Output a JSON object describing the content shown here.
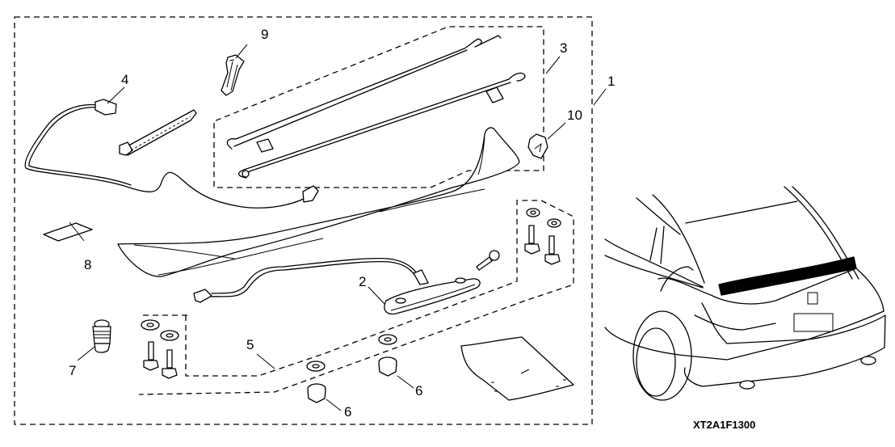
{
  "diagram": {
    "title": "Rear wing spoiler kit exploded parts diagram",
    "illustration_code": "XT2A1F1300",
    "callouts": [
      {
        "id": "1",
        "part": "spoiler-kit"
      },
      {
        "id": "2",
        "part": "high-mount-brake-light"
      },
      {
        "id": "3",
        "part": "support-rods"
      },
      {
        "id": "4",
        "part": "wire-harness"
      },
      {
        "id": "5",
        "part": "bolt-washer-set"
      },
      {
        "id": "6",
        "part": "nut"
      },
      {
        "id": "6",
        "part": "nut"
      },
      {
        "id": "7",
        "part": "grommet"
      },
      {
        "id": "8",
        "part": "adhesive-pad"
      },
      {
        "id": "9",
        "part": "connector"
      },
      {
        "id": "10",
        "part": "clip"
      }
    ]
  }
}
